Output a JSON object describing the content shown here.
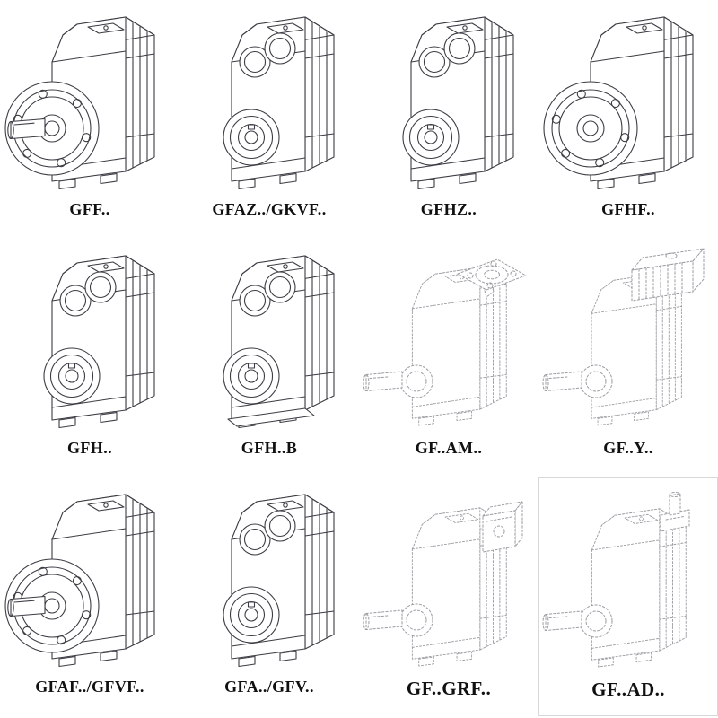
{
  "page": {
    "description": "Catalog sheet of parallel-shaft helical gearbox model variants, 12 isometric technical drawings in a 4x3 grid, each with a bold model-code label beneath it.",
    "background": "#ffffff"
  },
  "colors": {
    "line_solid": "#3c3c44",
    "line_dashed": "#9b9ba2",
    "label": "#101010"
  },
  "figures": [
    {
      "id": "gff",
      "label": "GFF..",
      "line_style": "solid",
      "drawing": "gearbox with round output flange and solid output shaft"
    },
    {
      "id": "gfaz-gkvf",
      "label": "GFAZ../GKVF..",
      "line_style": "solid",
      "drawing": "gearbox with two input bores and hollow output shaft hub"
    },
    {
      "id": "gfhz",
      "label": "GFHZ..",
      "line_style": "solid",
      "drawing": "gearbox with two input bores and hollow shaft with shrink-disc hub"
    },
    {
      "id": "gfhf",
      "label": "GFHF..",
      "line_style": "solid",
      "drawing": "gearbox with round output flange, hollow shaft, no protruding shaft"
    },
    {
      "id": "gfh",
      "label": "GFH..",
      "line_style": "solid",
      "drawing": "gearbox with two input bores and bearing hub"
    },
    {
      "id": "gfh-b",
      "label": "GFH..B",
      "line_style": "solid",
      "drawing": "foot-mounted gearbox with two input bores and bearing hub"
    },
    {
      "id": "gf-am",
      "label": "GF..AM..",
      "line_style": "dashed",
      "drawing": "gearbox with IEC motor adapter flange on input, output shaft lower left"
    },
    {
      "id": "gf-y",
      "label": "GF..Y..",
      "line_style": "dashed",
      "drawing": "gearbox with finned motor mounted on input, output shaft lower left"
    },
    {
      "id": "gfaf-gfvf",
      "label": "GFAF../GFVF..",
      "line_style": "solid",
      "drawing": "gearbox with round output flange and solid output shaft"
    },
    {
      "id": "gfa-gfv",
      "label": "GFA../GFV..",
      "line_style": "solid",
      "drawing": "gearbox with two input bores and hollow output shaft hub"
    },
    {
      "id": "gf-grf",
      "label": "GF..GRF..",
      "line_style": "dashed",
      "drawing": "gearbox with rectangular input mounting block, output shaft lower left"
    },
    {
      "id": "gf-ad",
      "label": "GF..AD..",
      "line_style": "dashed",
      "drawing": "gearbox with input shaft adapter on top, output shaft lower left"
    }
  ]
}
